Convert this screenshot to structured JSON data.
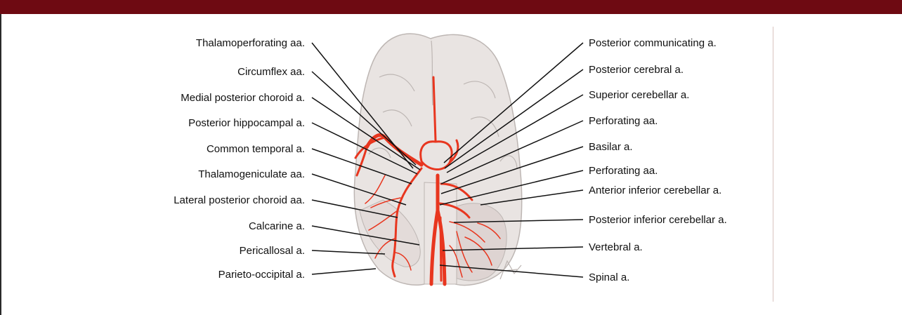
{
  "colors": {
    "top_bar": "#6e0a12",
    "divider": "#d9c4bf",
    "artery": "#e8361f",
    "brain_fill": "#e9e4e2",
    "brain_stroke": "#bdb6b3",
    "leader": "#111111"
  },
  "labels_left": [
    "Thalamoperforating aa.",
    "Circumflex aa.",
    "Medial posterior choroid a.",
    "Posterior hippocampal a.",
    "Common temporal a.",
    "Thalamogeniculate aa.",
    "Lateral posterior choroid aa.",
    "Calcarine a.",
    "Pericallosal a.",
    "Parieto-occipital a."
  ],
  "labels_right": [
    "Posterior communicating a.",
    "Posterior cerebral a.",
    "Superior cerebellar a.",
    "Perforating aa.",
    "Basilar a.",
    "Perforating aa.",
    "Anterior inferior  cerebellar a.",
    "Posterior inferior cerebellar a.",
    "Vertebral a.",
    "Spinal a."
  ]
}
